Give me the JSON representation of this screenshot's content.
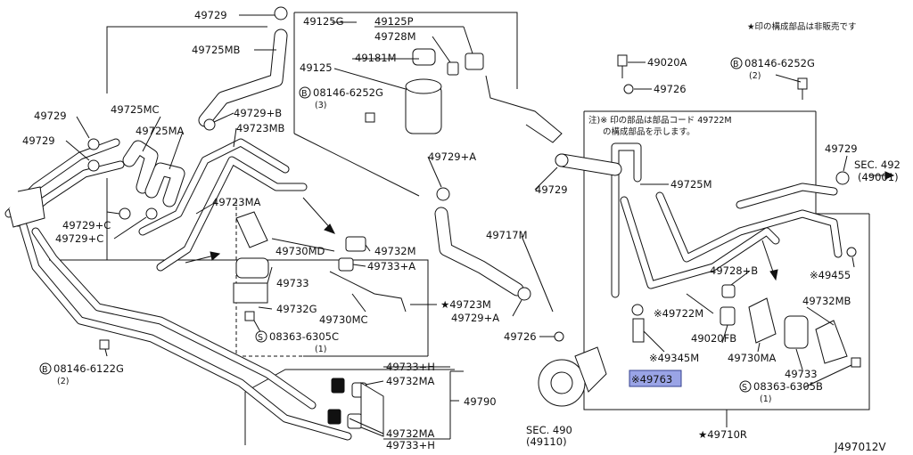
{
  "diagram_code": "J497012V",
  "notes": {
    "not_sold": "★印の構成部品は非販売です",
    "note_line1": "注)※ 印の部品は部品コード 49722M",
    "note_line2": "の構成部品を示します。"
  },
  "labels": {
    "p49729_top": "49729",
    "p49725MB": "49725MB",
    "p49125G": "49125G",
    "p49125P": "49125P",
    "p49728M": "49728M",
    "p49125": "49125",
    "p49181M": "49181M",
    "bolt1_code": "08146-6252G",
    "bolt1_qty": "(3)",
    "p49729_left1": "49729",
    "p49729_left2": "49729",
    "p49725MC": "49725MC",
    "p49725MA": "49725MA",
    "p49729B": "49729+B",
    "p49723MB": "49723MB",
    "p49729A_mid": "49729+A",
    "p49729_mid": "49729",
    "p49723MA": "49723MA",
    "p49729C1": "49729+C",
    "p49729C2": "49729+C",
    "p49730MD": "49730MD",
    "p49732M": "49732M",
    "p49733A": "49733+A",
    "p49733": "49733",
    "p49732G": "49732G",
    "p49730MC": "49730MC",
    "p49723M_star": "★49723M",
    "screw1_code": "08363-6305C",
    "screw1_qty": "(1)",
    "bolt2_code": "08146-6122G",
    "bolt2_qty": "(2)",
    "p49717M": "49717M",
    "p49729A_low": "49729+A",
    "p49726_low": "49726",
    "p49020A": "49020A",
    "p49726_top": "49726",
    "bolt3_code": "08146-6252G",
    "bolt3_qty": "(2)",
    "p49725M": "49725M",
    "p49729_right": "49729",
    "sec492": "SEC. 492",
    "sec492_sub": "(49001)",
    "p49455": "※49455",
    "p49728B": "49728+B",
    "p49732MB": "49732MB",
    "p49722M": "※49722M",
    "p49020FB": "49020FB",
    "p49730MA": "49730MA",
    "p49733_right": "49733",
    "p49345M": "※49345M",
    "p49763": "※49763",
    "screw2_code": "08363-6305B",
    "screw2_qty": "(1)",
    "p49733H_1": "49733+H",
    "p49732MA_1": "49732MA",
    "p49790": "49790",
    "p49732MA_2": "49732MA",
    "p49733H_2": "49733+H",
    "sec490": "SEC. 490",
    "sec490_sub": "(49110)",
    "p49710R": "★49710R",
    "circle_B": "B",
    "circle_S": "S"
  },
  "highlight_color": "#9aa4e6"
}
